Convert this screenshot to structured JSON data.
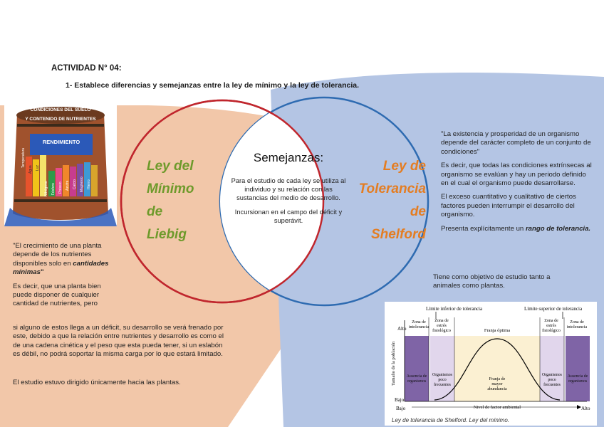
{
  "activity": {
    "title": "ACTIVIDAD N° 04:",
    "instruction": "1-   Establece diferencias y semejanzas entre la ley de mínimo y la ley de tolerancia."
  },
  "barrel": {
    "header": "CONDICIONES DEL SUELO Y CONTENIDO DE NUTRIENTES",
    "yield_label": "RENDIMIENTO",
    "staves": [
      "Temperatura",
      "Agua",
      "Luz",
      "Nitrógeno",
      "Fósforo",
      "Potasio",
      "Azufre",
      "Calcio",
      "Magnesio",
      "Hierro"
    ]
  },
  "left_law": {
    "lines": [
      "Ley del",
      "Mínimo",
      "de",
      "Liebig"
    ],
    "color": "#6e9a2b"
  },
  "right_law": {
    "lines": [
      "Ley de",
      "Tolerancia",
      "de",
      "Shelford"
    ],
    "color": "#e47d22"
  },
  "similarities": {
    "title": "Semejanzas:",
    "p1": "Para el estudio de cada ley se utiliza al individuo y su relación con las sustancias del medio de desarrollo.",
    "p2": "Incursionan en el campo del déficit y superávit."
  },
  "liebig_text": {
    "quote_a": "\"El crecimiento de una planta depende de los nutrientes disponibles solo en ",
    "quote_em": "cantidades mínimas",
    "quote_b": "\"",
    "p2": "Es decir, que una planta bien puede disponer de cualquier cantidad de nutrientes, pero",
    "p3": "si alguno de estos llega a un déficit, su desarrollo se verá frenado por este, debido a que la relación entre nutrientes y desarrollo es como el de una cadena cinética y el peso que esta pueda tener, si un eslabón es débil, no podrá soportar la misma carga por lo que estará limitado.",
    "p4": "El estudio estuvo dirigido únicamente hacia las plantas."
  },
  "shelford_text": {
    "p1": "\"La existencia y prosperidad de un organismo depende del carácter completo de un conjunto de condiciones\"",
    "p2": "Es decir, que todas las condiciones extrínsecas al organismo se evalúan y hay un periodo definido en el cual el organismo puede desarrollarse.",
    "p3": "El exceso cuantitativo y cualitativo de ciertos factores pueden interrumpir el desarrollo del organismo.",
    "p4a": "Presenta explícitamente un ",
    "p4em": "rango de tolerancia.",
    "p5": "Tiene como objetivo de estudio tanto a animales como plantas."
  },
  "graph": {
    "lim_inf": "Límite inferior de tolerancia",
    "lim_sup": "Límite superior de tolerancia",
    "y_axis": "Tamaño de la población",
    "alto": "Alto",
    "bajo": "Bajo",
    "x_axis": "Nivel de factor ambiental",
    "x_bajo": "Bajo",
    "x_alto": "Alto",
    "zona_intol": [
      "Zona de",
      "intolerancia"
    ],
    "zona_estres": [
      "Zona de",
      "estrés",
      "fisiológico"
    ],
    "franja_optima": "Franja óptima",
    "ausencia": [
      "Ausencia de",
      "organismos"
    ],
    "pocos": [
      "Organismos",
      "poco",
      "frecuentes"
    ],
    "abundancia": [
      "Franja de",
      "mayor",
      "abundancia"
    ],
    "caption": "Ley de tolerancia de Shelford. Ley del mínimo."
  }
}
